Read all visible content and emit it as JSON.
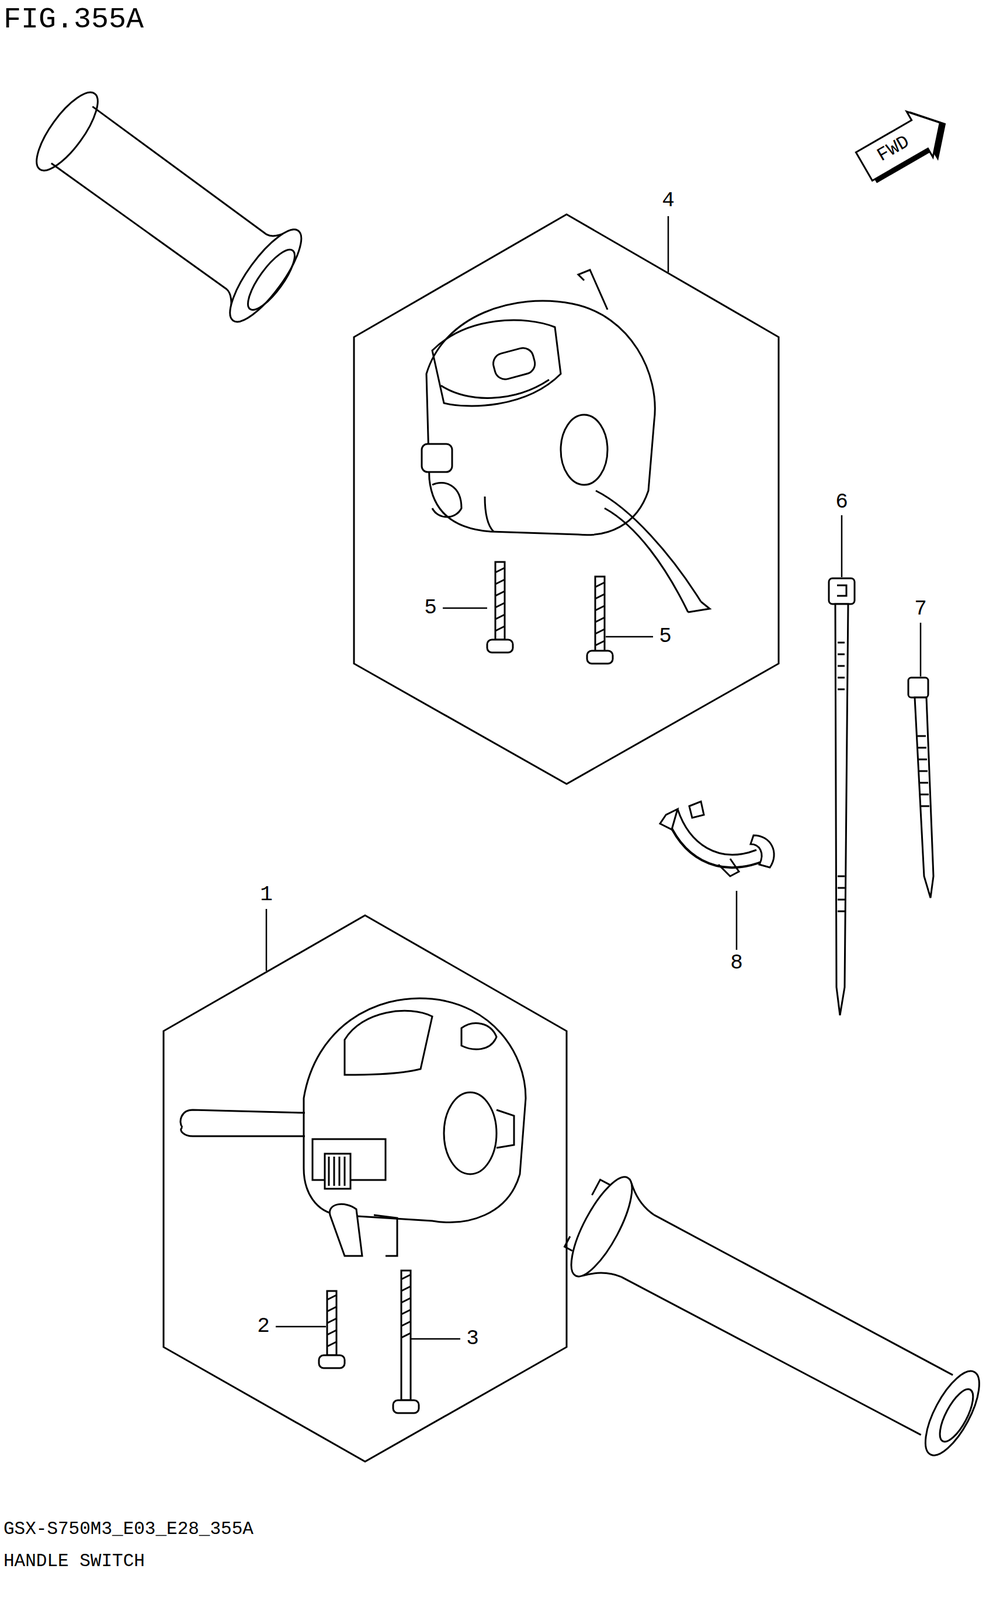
{
  "diagram": {
    "title": "FIG.355A",
    "nodes": [
      {
        "text": [
          "4",
          "5",
          "5"
        ]
      },
      {
        "text": [
          "1",
          "2",
          "3"
        ]
      }
    ],
    "labels": [
      "6",
      "7",
      "8",
      "FWD",
      "GSX-S750M3_E03_E28_355A",
      "HANDLE SWITCH"
    ]
  }
}
